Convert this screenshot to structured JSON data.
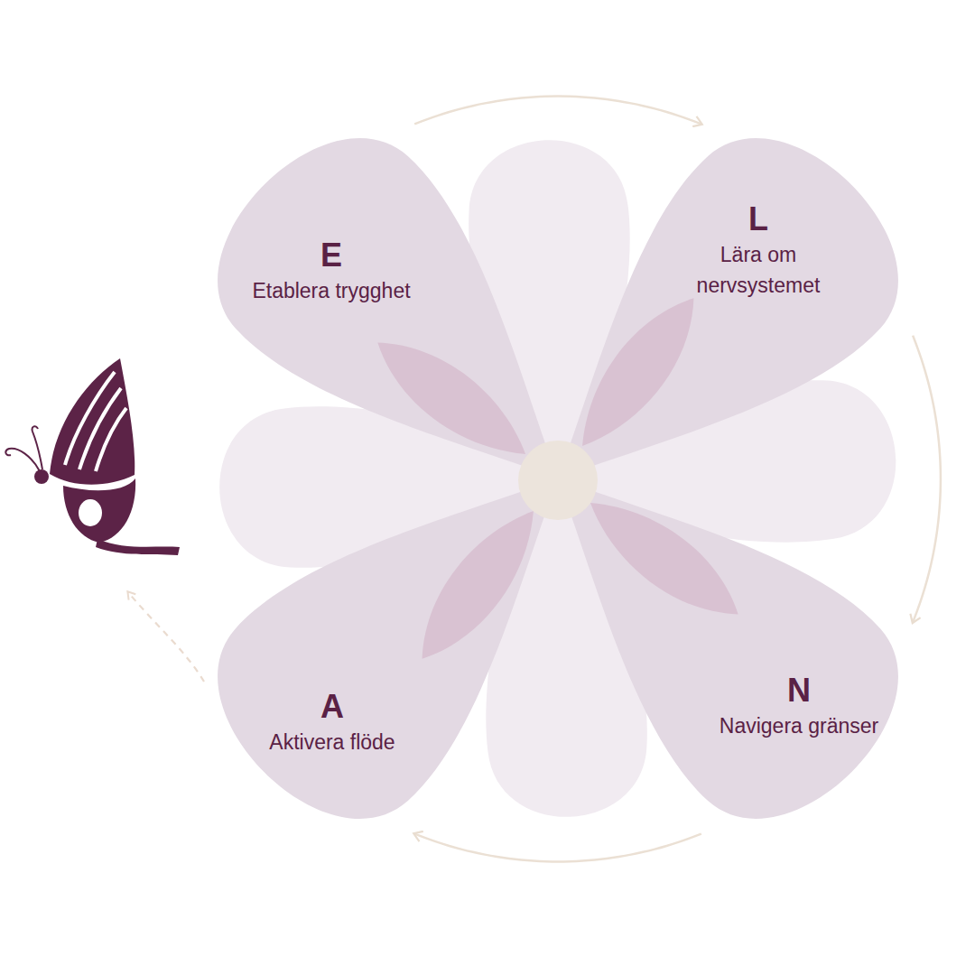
{
  "diagram": {
    "nodes": [
      {
        "text": [
          "E",
          "Etablera trygghet"
        ]
      },
      {
        "text": [
          "L",
          "Lära om nervsystemet"
        ]
      },
      {
        "text": [
          "N",
          "Navigera gränser"
        ]
      },
      {
        "text": [
          "A",
          "Aktivera flöde"
        ]
      }
    ],
    "edges": [
      {
        "from": 0,
        "to": 1,
        "arrow": "to"
      },
      {
        "from": 1,
        "to": 2,
        "arrow": "to"
      },
      {
        "from": 2,
        "to": 3,
        "arrow": "to"
      }
    ]
  }
}
